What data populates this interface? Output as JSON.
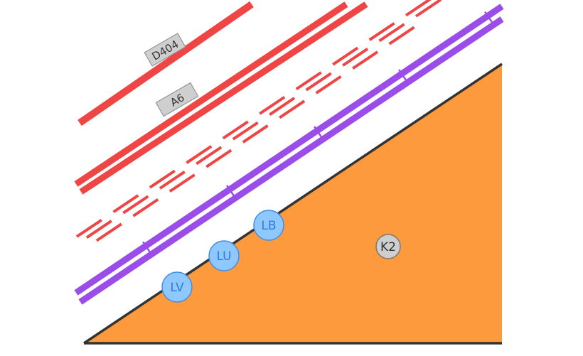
{
  "colors": {
    "background": "#ffffff",
    "area_fill": "#fd9a3e",
    "area_edge": "#333333",
    "road": "#f04545",
    "rail": "#9a4de8",
    "rail_tick": "#ffffff",
    "label_box": "#cfcfcf",
    "label_box_border": "#888888",
    "transit_badge_fill": "#8fc8ff",
    "transit_badge_border": "#3f8ee8",
    "transit_badge_text": "#2f7bd9",
    "poi_badge_fill": "#cfcfcf",
    "poi_badge_border": "#777777",
    "poi_badge_text": "#333333"
  },
  "roads": {
    "d404": {
      "label": "D404"
    },
    "a6": {
      "label": "A6"
    }
  },
  "stations": [
    {
      "label": "LV"
    },
    {
      "label": "LU"
    },
    {
      "label": "LB"
    }
  ],
  "poi": {
    "label": "K2"
  }
}
